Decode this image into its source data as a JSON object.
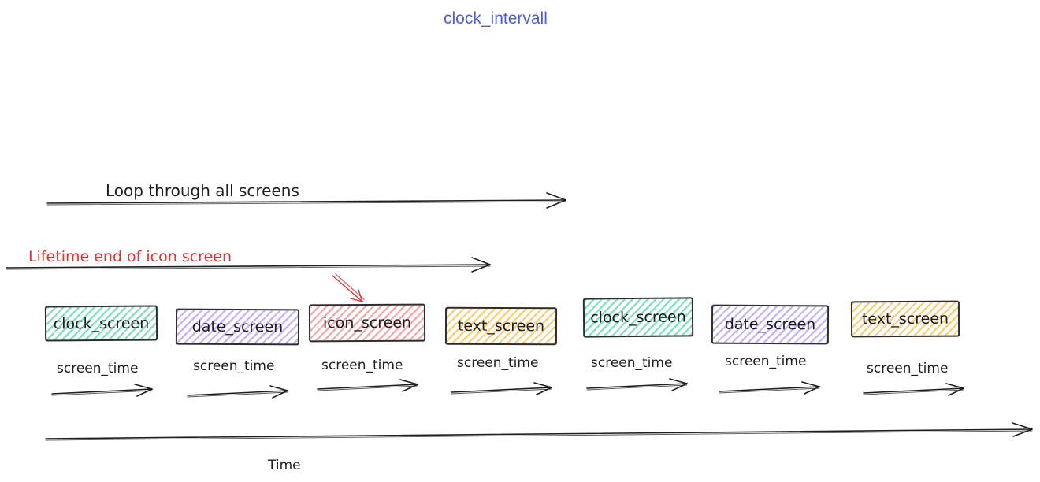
{
  "title": {
    "text": "clock_intervall"
  },
  "arrows": {
    "loop": {
      "label": "Loop through all screens"
    },
    "lifetime": {
      "label": "Lifetime end of icon screen"
    },
    "time_axis": {
      "label": "Time"
    }
  },
  "timeline": {
    "interval_label": "screen_time",
    "slots": [
      {
        "label": "clock_screen",
        "color": "green"
      },
      {
        "label": "date_screen",
        "color": "violet"
      },
      {
        "label": "icon_screen",
        "color": "red"
      },
      {
        "label": "text_screen",
        "color": "yellow"
      },
      {
        "label": "clock_screen",
        "color": "green"
      },
      {
        "label": "date_screen",
        "color": "violet"
      },
      {
        "label": "text_screen",
        "color": "yellow"
      }
    ]
  },
  "colors": {
    "title_blue": "#4a5fd6",
    "ink": "#1e1e1e",
    "accent_red": "#e03131",
    "hachure_green": "#20c997",
    "hachure_violet": "#7950f2",
    "hachure_red": "#e03131",
    "hachure_yellow": "#f59f00"
  }
}
